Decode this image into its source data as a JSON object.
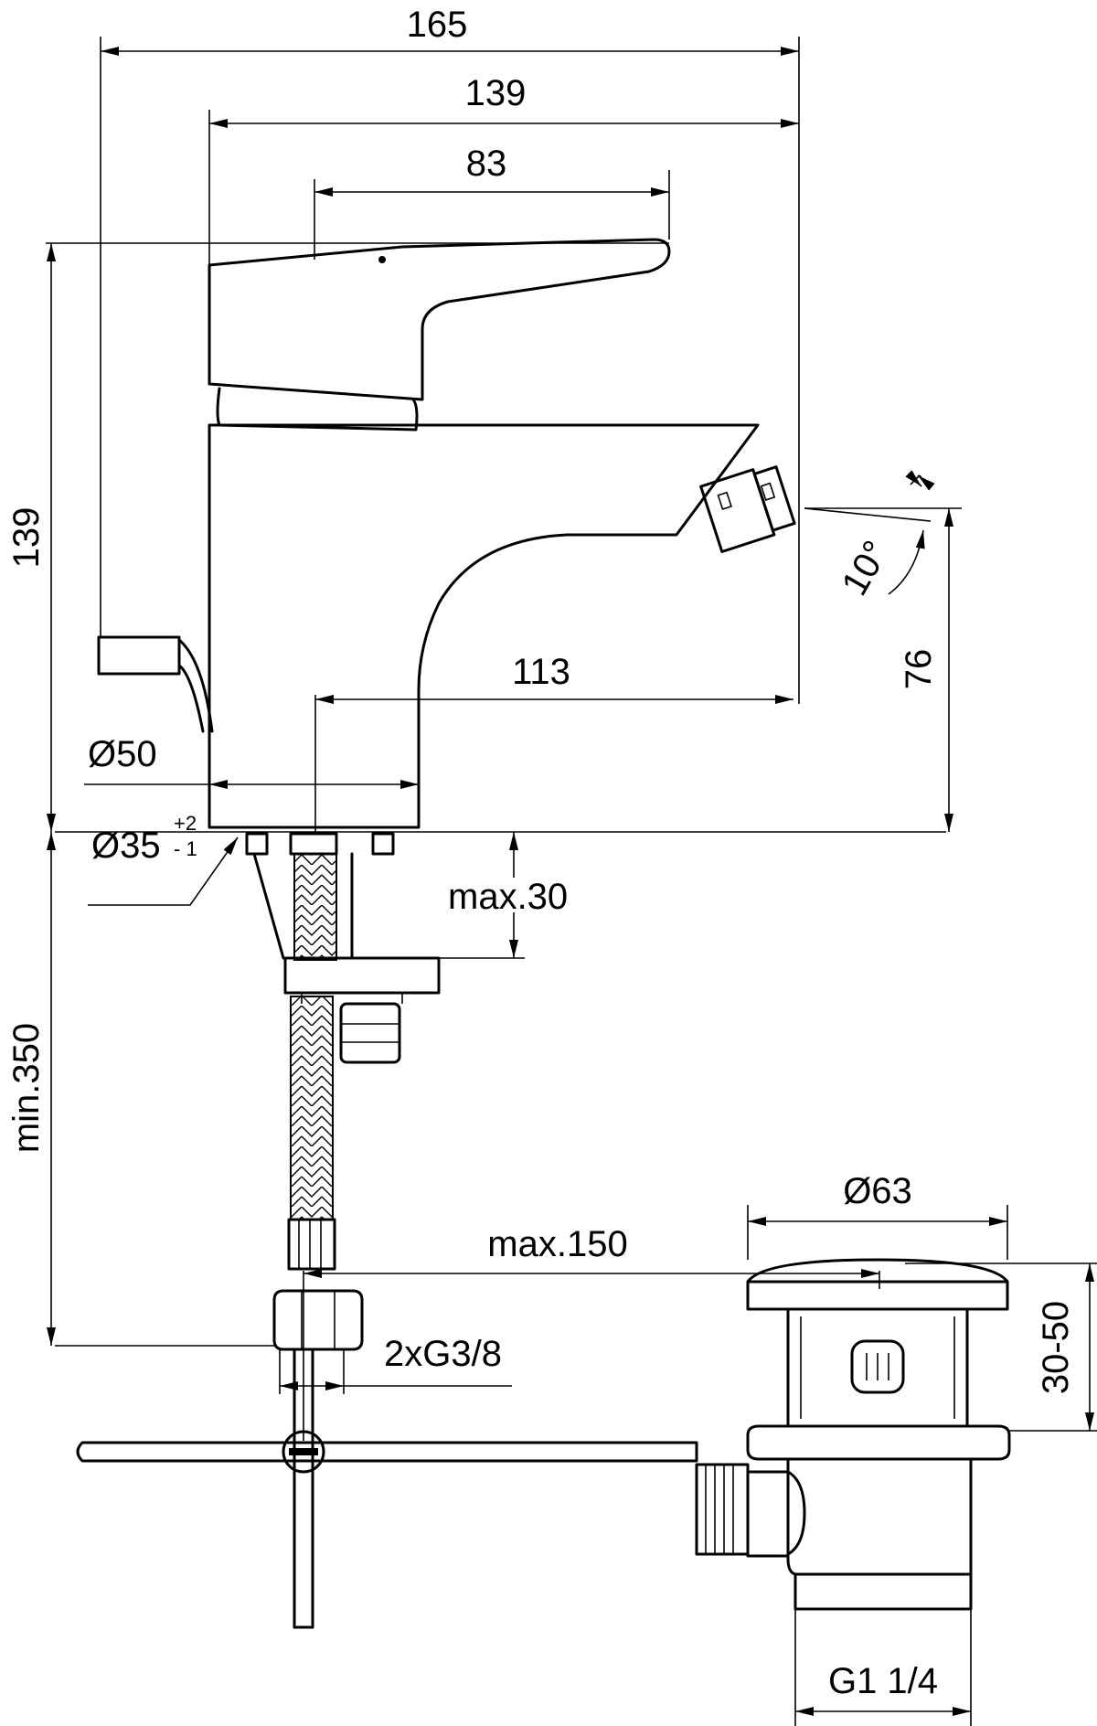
{
  "dimensions": {
    "overall_width": "165",
    "lever_reach": "139",
    "lever_length": "83",
    "height": "139",
    "spout_reach": "113",
    "body_diameter": "Ø50",
    "hole_diameter": "Ø35",
    "hole_tol_plus": "+2",
    "hole_tol_minus": "- 1",
    "spout_height": "76",
    "spout_angle": "10°",
    "deck_thickness": "max.30",
    "hose_length": "min.350",
    "connection": "2xG3/8",
    "rod_reach": "max.150",
    "waste_diameter": "Ø63",
    "waste_height": "30-50",
    "waste_thread": "G1 1/4"
  }
}
